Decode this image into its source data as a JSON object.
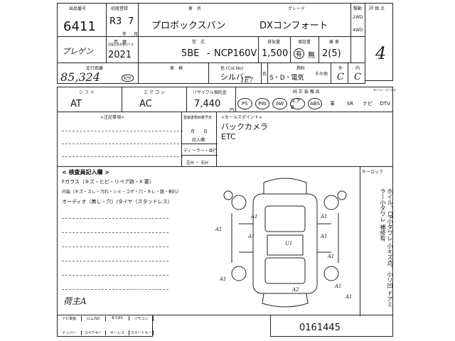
{
  "header": {
    "lot_label": "出品番号",
    "lot_number": "6411",
    "reg_label": "初度登録",
    "reg_year": "R3",
    "reg_month": "7",
    "year_kanji": "年",
    "month_kanji": "月",
    "car_name_label": "車　名",
    "car_name": "プロボックスバン",
    "grade_label": "グレード",
    "grade": "DXコンフォート",
    "drive_label": "駆動",
    "drive_2wd": "2WD",
    "drive_4wd": "4WD",
    "score_label": "評 価 点",
    "score": "4"
  },
  "row2": {
    "nenshiki_label": "西　暦",
    "nenshiki": "2021",
    "handwritten": "プレゲン",
    "model_label": "型　式",
    "model_prefix": "5BE",
    "model": "NCP160V",
    "cc_label": "排気量",
    "cc": "1,500",
    "warranty_label": "保証書",
    "warranty_yes": "有",
    "warranty_no": "無",
    "seat_label": "乗 車",
    "seats": "2(5)",
    "small_note": "西暦は参考表示です"
  },
  "row3": {
    "mileage_label": "走行距離",
    "mileage": "85,324",
    "mileage_unit": "km",
    "inspection_label": "車　検",
    "color_label": "色 (Col.No)",
    "color": "シルバー",
    "color_no": "1E7",
    "color_kanji": "色",
    "fuel_label": "燃料",
    "fuel": "S・D・電気",
    "other_label": "その他",
    "exterior_label": "外",
    "interior_label": "内",
    "ext_grade": "C",
    "int_grade": "C"
  },
  "row4": {
    "shift_label": "シ フ ト",
    "shift": "AT",
    "ac_label": "エ ア コ ン",
    "ac": "AC",
    "recycle_label": "リサイクル預託金",
    "recycle": "7,440",
    "recycle_unit": "円",
    "equip_label": "純 正 装 備 品",
    "equip": [
      "PS",
      "PW",
      "AW",
      "エアB",
      "ABS",
      "革",
      "SR",
      "ナビ",
      "DTV"
    ],
    "tabacco": "タバコ・ゴーグル"
  },
  "notes": {
    "notice_label": "<注記事項>",
    "reg_limit_label": "登録書類到着予定",
    "month_day": "月　　日",
    "point_label": "<セールスポイント>",
    "points": [
      "バックカメラ",
      "ETC"
    ],
    "recycle_row": "記入欄",
    "dealer_label": "ディーラー・並行",
    "handle_label": "左H ・ 右H"
  },
  "inspector": {
    "title": "< 検査員記入欄 >",
    "line1": "Fガラス（キズ・ヒビ・リペア跡・X 要）",
    "line2": "内装（キズ・スレ・汚れ・シミ・コゲ・穴・キレ・脂・割れ）",
    "line3": "オーディオ（無し・穴）/タイヤ（スタッドレス）",
    "handwritten_bottom": "荷主A",
    "handwritten_side": [
      "ホイル、CP小タワレ",
      "小キズ点、小リ凹",
      "ドアミラー小タワレ",
      "補修有"
    ],
    "key_label": "キーロック"
  },
  "diagram_marks": [
    "A1",
    "A1",
    "A1",
    "A1",
    "A1",
    "U1",
    "A1",
    "A1",
    "A1",
    "A2",
    "A1"
  ],
  "footer": {
    "labels": [
      "ナンバー",
      "スペアキー",
      "キーレス",
      "スマートキー"
    ],
    "top_labels": [
      "ナビ取扱",
      "ロム/SD",
      "B-CAS",
      "リモコン"
    ],
    "number": "0161445"
  }
}
